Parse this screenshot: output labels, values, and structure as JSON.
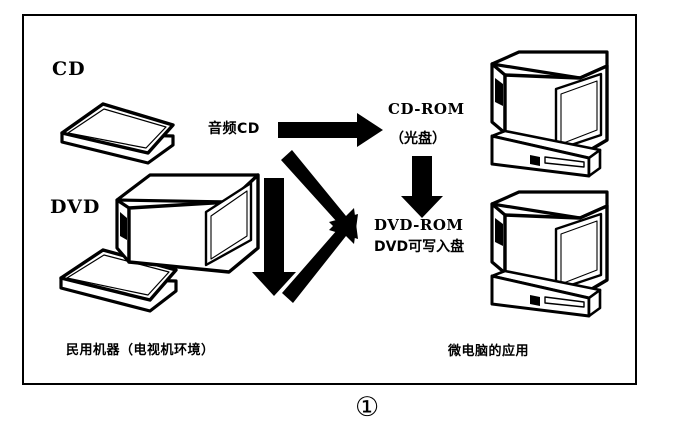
{
  "figure": {
    "number_label": "①",
    "frame_border_color": "#000000",
    "background_color": "#ffffff",
    "ink_color": "#000000"
  },
  "labels": {
    "cd": "CD",
    "dvd": "DVD",
    "audio_cd": "音频CD",
    "cd_rom": "CD-ROM",
    "cd_rom_sub": "（光盘）",
    "dvd_rom": "DVD-ROM",
    "dvd_writable": "DVD可写入盘",
    "consumer_caption": "民用机器（电视机环境）",
    "pc_caption": "微电脑的应用"
  },
  "objects": {
    "cd_case_top": "cd-jewel-case",
    "dvd_case_bottom": "dvd-jewel-case",
    "television": "television-set",
    "computer_top": "desktop-computer-crt",
    "computer_bottom": "desktop-computer-crt"
  },
  "arrows": [
    {
      "name": "audio-cd-to-cd-rom",
      "direction": "right",
      "from": "音频CD",
      "to": "CD-ROM"
    },
    {
      "name": "cd-rom-to-dvd-rom",
      "direction": "down",
      "from": "CD-ROM",
      "to": "DVD-ROM"
    },
    {
      "name": "cd-to-dvd-rom-diagonal",
      "direction": "down-right",
      "from": "CD",
      "to": "DVD-ROM"
    },
    {
      "name": "dvd-to-dvd-rom-diagonal",
      "direction": "up-right",
      "from": "DVD",
      "to": "DVD-ROM"
    },
    {
      "name": "cd-to-consumer-down",
      "direction": "down",
      "from": "CD",
      "to": "民用机器"
    }
  ]
}
